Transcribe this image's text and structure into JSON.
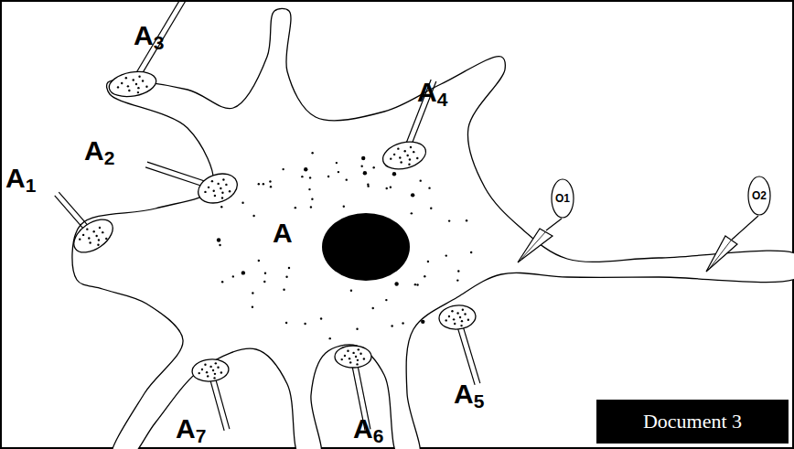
{
  "diagram": {
    "nodes": [
      {
        "text": [
          "O1"
        ]
      },
      {
        "text": [
          "O2"
        ]
      },
      {
        "text": [
          "Document 3"
        ]
      }
    ],
    "labels": [
      "A3",
      "A4",
      "A1",
      "A2",
      "A",
      "A5",
      "A7",
      "A6"
    ]
  }
}
